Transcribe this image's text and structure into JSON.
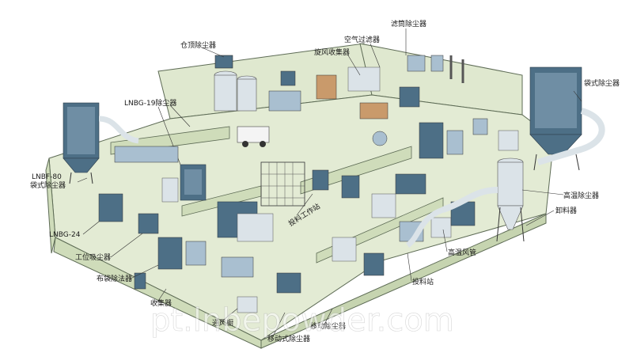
{
  "labels": {
    "filter_cartridge": "滤筒除尘器",
    "air_filter": "空气过滤器",
    "cyclone": "旋风收集器",
    "roof_collector": "仓顶除尘器",
    "lnbg19": "LNBG-19除尘器",
    "bag_filter_right": "袋式除尘器",
    "lnbf80_line1": "LNBF-80",
    "lnbf80_line2": "袋式除尘器",
    "lnbg24": "LNBG-24",
    "workstation_collector": "工位吸尘器",
    "bag_filter_left": "布袋除法器",
    "high_temp_collector": "高温除尘器",
    "unloader": "卸料器",
    "feeding_workstation": "投料工作站",
    "high_temp_duct": "高温风管",
    "feeding_station": "投料站",
    "collector_bottom_left": "收集器",
    "vent_hood": "通风橱",
    "mobile_collector": "移动式除尘器",
    "bottom_collector": "移动除尘器"
  },
  "watermark": "pt.lnbepowder.com",
  "colors": {
    "floor": "#dfe8cf",
    "wall": "#cfdcba",
    "outline": "#5d6b55",
    "equipment": "#4d6f86",
    "equipment_light": "#a9bfd0",
    "duct": "#dbe3e8"
  }
}
